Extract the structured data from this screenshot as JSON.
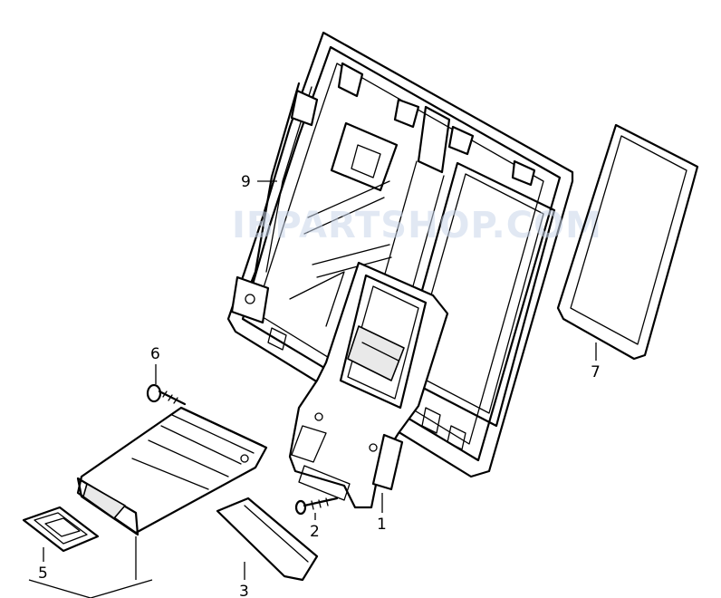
{
  "watermark": "IBPARTSHOP.COM",
  "callouts": [
    {
      "id": "1",
      "label": "1",
      "part": "armrest frame"
    },
    {
      "id": "2",
      "label": "2",
      "part": "bolt"
    },
    {
      "id": "3",
      "label": "3",
      "part": "armrest cover"
    },
    {
      "id": "5",
      "label": "5",
      "part": "cup holder insert"
    },
    {
      "id": "6",
      "label": "6",
      "part": "screw"
    },
    {
      "id": "7",
      "label": "7",
      "part": "trim frame"
    },
    {
      "id": "9",
      "label": "9",
      "part": "backrest frame"
    }
  ]
}
